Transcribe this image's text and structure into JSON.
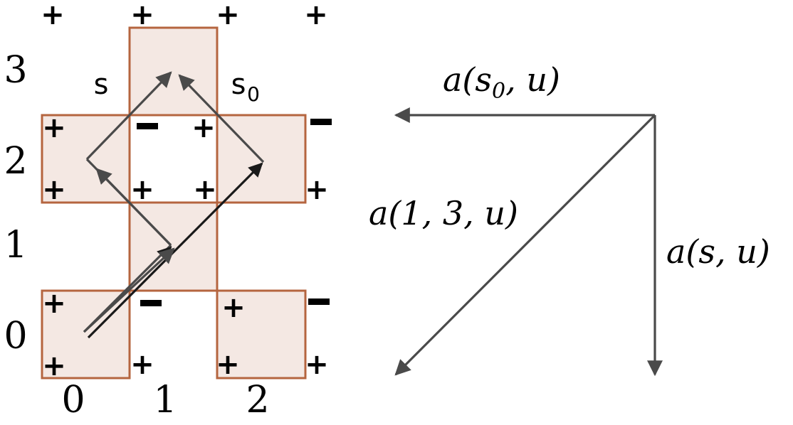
{
  "diagram": {
    "row_ticks": [
      "0",
      "1",
      "2",
      "3"
    ],
    "col_ticks": [
      "0",
      "1",
      "2"
    ],
    "cell_labels": {
      "s": "s",
      "s0_main": "s",
      "s0_sub": "0"
    },
    "signs": {
      "plus": "+"
    },
    "vector_labels": {
      "a_s0_u": {
        "prefix": "a(",
        "var": "s",
        "sub": "0",
        "suffix": ", u)"
      },
      "a_13u": {
        "text": "a(1, 3, u)"
      },
      "a_su": {
        "text": "a(s, u)"
      }
    },
    "colors": {
      "cell_fill": "#f4e8e3",
      "cell_border": "#b5653f",
      "arrow": "#4a4a4a"
    }
  }
}
